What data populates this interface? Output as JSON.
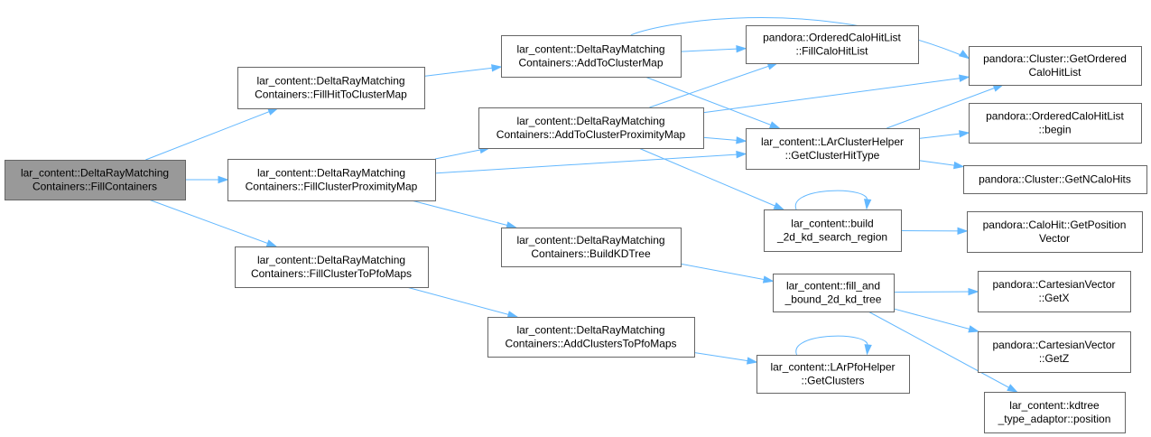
{
  "colors": {
    "edge": "#63b8ff",
    "node_border": "#666666",
    "root_fill": "#999999",
    "node_fill": "#ffffff"
  },
  "nodes": [
    {
      "id": "n_fillcontainers",
      "lines": [
        "lar_content::DeltaRayMatching",
        "Containers::FillContainers"
      ],
      "root": true
    },
    {
      "id": "n_fillhit",
      "lines": [
        "lar_content::DeltaRayMatching",
        "Containers::FillHitToClusterMap"
      ]
    },
    {
      "id": "n_fillprox",
      "lines": [
        "lar_content::DeltaRayMatching",
        "Containers::FillClusterProximityMap"
      ]
    },
    {
      "id": "n_fillpfo",
      "lines": [
        "lar_content::DeltaRayMatching",
        "Containers::FillClusterToPfoMaps"
      ]
    },
    {
      "id": "n_addtocm",
      "lines": [
        "lar_content::DeltaRayMatching",
        "Containers::AddToClusterMap"
      ]
    },
    {
      "id": "n_addtoprox",
      "lines": [
        "lar_content::DeltaRayMatching",
        "Containers::AddToClusterProximityMap"
      ]
    },
    {
      "id": "n_buildkd",
      "lines": [
        "lar_content::DeltaRayMatching",
        "Containers::BuildKDTree"
      ]
    },
    {
      "id": "n_addpfo",
      "lines": [
        "lar_content::DeltaRayMatching",
        "Containers::AddClustersToPfoMaps"
      ]
    },
    {
      "id": "n_fillcalo",
      "lines": [
        "pandora::OrderedCaloHitList",
        "::FillCaloHitList"
      ]
    },
    {
      "id": "n_clhittype",
      "lines": [
        "lar_content::LArClusterHelper",
        "::GetClusterHitType"
      ]
    },
    {
      "id": "n_build2d",
      "lines": [
        "lar_content::build",
        "_2d_kd_search_region"
      ]
    },
    {
      "id": "n_fillbound",
      "lines": [
        "lar_content::fill_and",
        "_bound_2d_kd_tree"
      ]
    },
    {
      "id": "n_getclusters",
      "lines": [
        "lar_content::LArPfoHelper",
        "::GetClusters"
      ]
    },
    {
      "id": "n_getordered",
      "lines": [
        "pandora::Cluster::GetOrdered",
        "CaloHitList"
      ]
    },
    {
      "id": "n_begin",
      "lines": [
        "pandora::OrderedCaloHitList",
        "::begin"
      ]
    },
    {
      "id": "n_getncalo",
      "lines": [
        "pandora::Cluster::GetNCaloHits"
      ]
    },
    {
      "id": "n_getpos",
      "lines": [
        "pandora::CaloHit::GetPosition",
        "Vector"
      ]
    },
    {
      "id": "n_getx",
      "lines": [
        "pandora::CartesianVector",
        "::GetX"
      ]
    },
    {
      "id": "n_getz",
      "lines": [
        "pandora::CartesianVector",
        "::GetZ"
      ]
    },
    {
      "id": "n_kdtree",
      "lines": [
        "lar_content::kdtree",
        "_type_adaptor::position"
      ]
    }
  ],
  "edges": [
    [
      "n_fillcontainers",
      "n_fillhit"
    ],
    [
      "n_fillcontainers",
      "n_fillprox"
    ],
    [
      "n_fillcontainers",
      "n_fillpfo"
    ],
    [
      "n_fillhit",
      "n_addtocm"
    ],
    [
      "n_fillprox",
      "n_addtoprox"
    ],
    [
      "n_fillprox",
      "n_clhittype"
    ],
    [
      "n_fillprox",
      "n_buildkd"
    ],
    [
      "n_fillpfo",
      "n_addpfo"
    ],
    [
      "n_addtocm",
      "n_fillcalo"
    ],
    [
      "n_addtocm",
      "n_getordered"
    ],
    [
      "n_addtocm",
      "n_clhittype"
    ],
    [
      "n_addtoprox",
      "n_fillcalo"
    ],
    [
      "n_addtoprox",
      "n_getordered"
    ],
    [
      "n_addtoprox",
      "n_clhittype"
    ],
    [
      "n_addtoprox",
      "n_build2d"
    ],
    [
      "n_clhittype",
      "n_getordered"
    ],
    [
      "n_clhittype",
      "n_begin"
    ],
    [
      "n_clhittype",
      "n_getncalo"
    ],
    [
      "n_build2d",
      "n_build2d"
    ],
    [
      "n_build2d",
      "n_getpos"
    ],
    [
      "n_buildkd",
      "n_fillbound"
    ],
    [
      "n_fillbound",
      "n_getx"
    ],
    [
      "n_fillbound",
      "n_getz"
    ],
    [
      "n_fillbound",
      "n_kdtree"
    ],
    [
      "n_addpfo",
      "n_getclusters"
    ],
    [
      "n_getclusters",
      "n_getclusters"
    ]
  ]
}
